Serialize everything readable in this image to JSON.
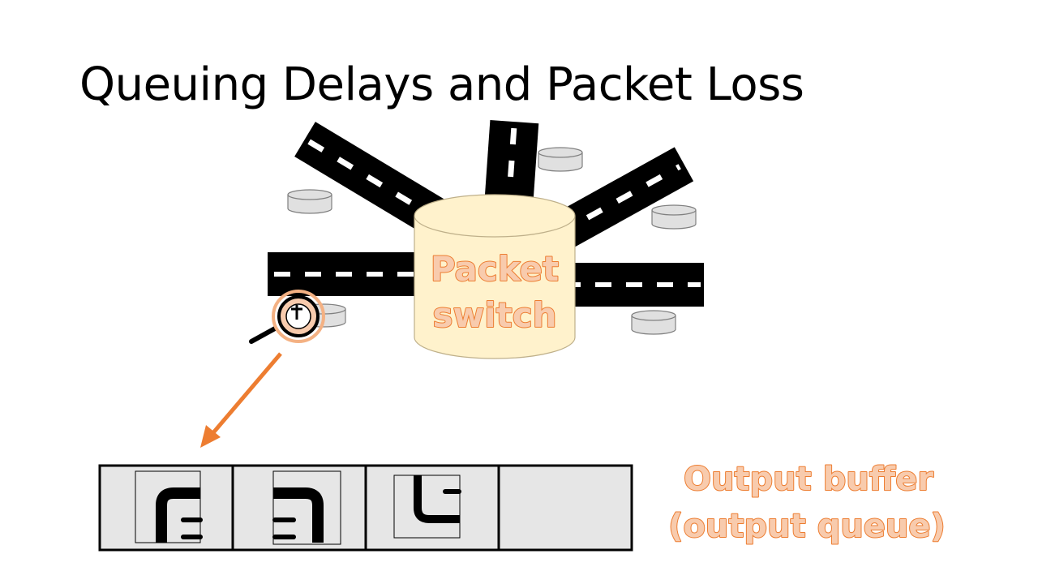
{
  "slide": {
    "title": "Queuing Delays and Packet Loss"
  },
  "diagram": {
    "switch_label_line1": "Packet",
    "switch_label_line2": "switch",
    "buffer_label_line1": "Output buffer",
    "buffer_label_line2": "(output queue)",
    "buffer_slots": 4,
    "queued_packets": 3,
    "colors": {
      "accent_orange": "#ED7D31",
      "label_fill": "#F8CBAD",
      "switch_fill": "#FFF2CC",
      "switch_stroke": "#BFB08A",
      "road": "#000000",
      "lane_marks": "#ffffff",
      "router_fill": "#E0E0E0",
      "buffer_fill": "#E6E6E6"
    },
    "icons": [
      "magnifier-icon",
      "router-icon",
      "packet-icon",
      "arrow-icon"
    ]
  }
}
